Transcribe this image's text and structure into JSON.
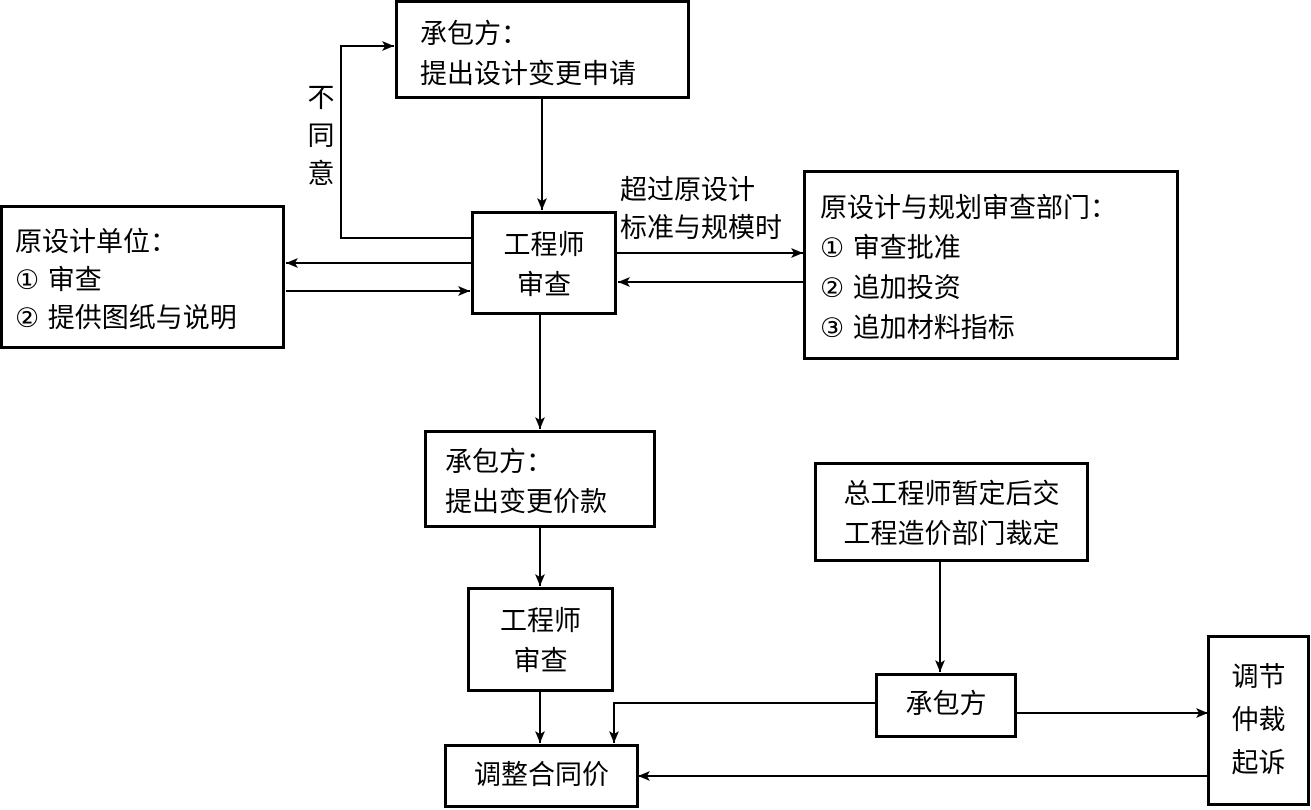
{
  "nodes": {
    "contractor_request": {
      "lines": [
        "承包方：",
        "提出设计变更申请"
      ]
    },
    "original_design_unit": {
      "lines": [
        "原设计单位：",
        "① 审查",
        "② 提供图纸与说明"
      ]
    },
    "engineer_review_1": {
      "lines": [
        "工程师",
        "审查"
      ]
    },
    "planning_dept": {
      "lines": [
        "原设计与规划审查部门：",
        "① 审查批准",
        "② 追加投资",
        "③ 追加材料指标"
      ]
    },
    "contractor_price": {
      "lines": [
        "承包方：",
        "提出变更价款"
      ]
    },
    "chief_engineer": {
      "lines": [
        "总工程师暂定后交",
        "工程造价部门裁定"
      ]
    },
    "engineer_review_2": {
      "lines": [
        "工程师",
        "审查"
      ]
    },
    "contractor": {
      "lines": [
        "承包方"
      ]
    },
    "dispute": {
      "lines": [
        "调节",
        "仲裁",
        "起诉"
      ]
    },
    "adjust_price": {
      "lines": [
        "调整合同价"
      ]
    }
  },
  "labels": {
    "disagree": [
      "不",
      "同",
      "意"
    ],
    "exceed": [
      "超过原设计",
      "标准与规模时"
    ]
  },
  "colors": {
    "line": "#000000",
    "background": "#ffffff"
  }
}
